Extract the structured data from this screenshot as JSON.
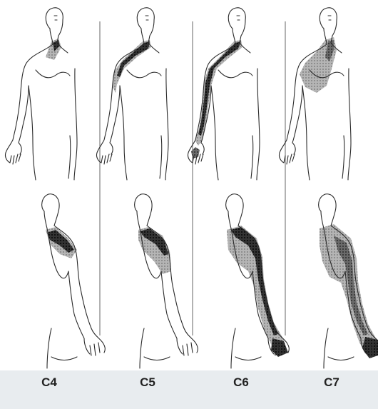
{
  "columns": [
    {
      "label": "C4"
    },
    {
      "label": "C5"
    },
    {
      "label": "C6"
    },
    {
      "label": "C7"
    }
  ],
  "colors": {
    "outline": "#2a2a2a",
    "shade_dark": "#222222",
    "shade_mid": "#555555",
    "shade_light": "#a9a9a9",
    "label_band": "#e8ecef",
    "label_text": "#222222"
  }
}
